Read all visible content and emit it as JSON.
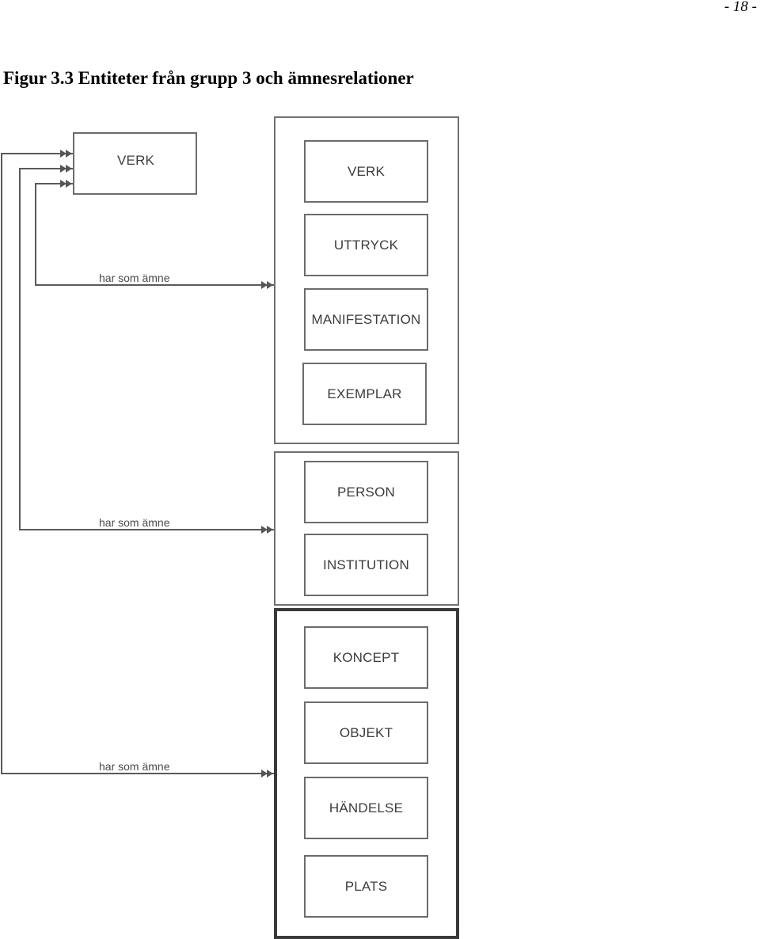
{
  "page": {
    "number": "- 18 -",
    "caption": "Figur 3.3 Entiteter från grupp 3 och ämnesrelationer"
  },
  "diagram": {
    "source": {
      "label": "VERK"
    },
    "groups": [
      {
        "id": "group-1",
        "entities": [
          "VERK",
          "UTTRYCK",
          "MANIFESTATION",
          "EXEMPLAR"
        ]
      },
      {
        "id": "group-2",
        "entities": [
          "PERSON",
          "INSTITUTION"
        ]
      },
      {
        "id": "group-3",
        "entities": [
          "KONCEPT",
          "OBJEKT",
          "HÄNDELSE",
          "PLATS"
        ]
      }
    ],
    "relations": [
      {
        "from": "VERK",
        "to": "group-1",
        "label": "har som ämne"
      },
      {
        "from": "VERK",
        "to": "group-2",
        "label": "har som ämne"
      },
      {
        "from": "VERK",
        "to": "group-3",
        "label": "har som ämne"
      }
    ],
    "colors": {
      "line": "#5a5a5a",
      "box_border": "#6c6c6c",
      "group3_border": "#3a3a3a",
      "text": "#3c3c3c"
    }
  }
}
